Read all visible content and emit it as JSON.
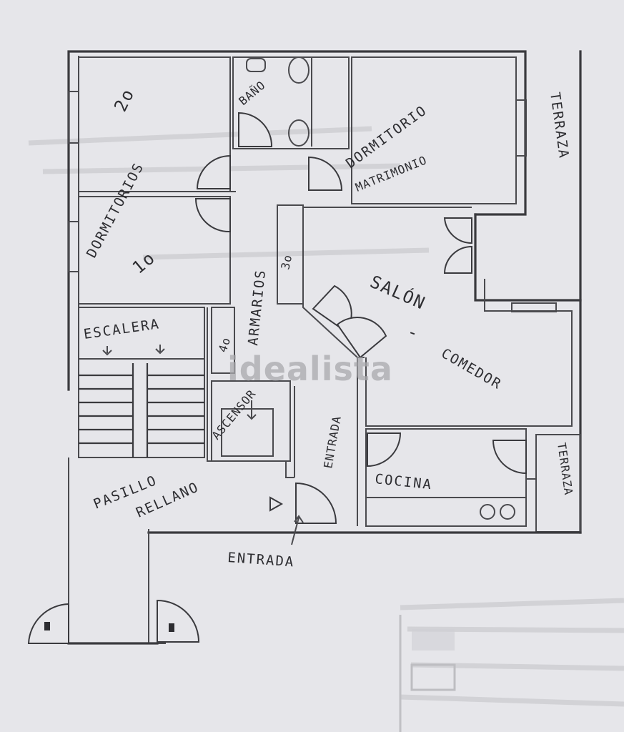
{
  "labels": {
    "bedroom2_num": "2o",
    "bedrooms_word": "DORMITORIOS",
    "bedroom1_num": "1o",
    "bathroom": "BAÑO",
    "master_bedroom_1": "DORMITORIO",
    "master_bedroom_2": "MATRIMONIO",
    "terrace_top": "TERRAZA",
    "living_1": "SALÓN",
    "living_dash": "-",
    "living_2": "COMEDOR",
    "closets": "ARMARIOS",
    "closet_3": "3o",
    "closet_4": "4o",
    "staircase": "ESCALERA",
    "elevator": "ASCENSOR",
    "hallway_1": "PASILLO",
    "hallway_2": "RELLANO",
    "hall_entry": "ENTRADA",
    "kitchen": "COCINA",
    "terrace_bottom": "TERRAZA",
    "access": "ENTRADA"
  },
  "watermark": "idealista",
  "colors": {
    "paper": "#e6e6ea",
    "ink": "#3a3a3e",
    "watermark": "#a9a9ad"
  }
}
